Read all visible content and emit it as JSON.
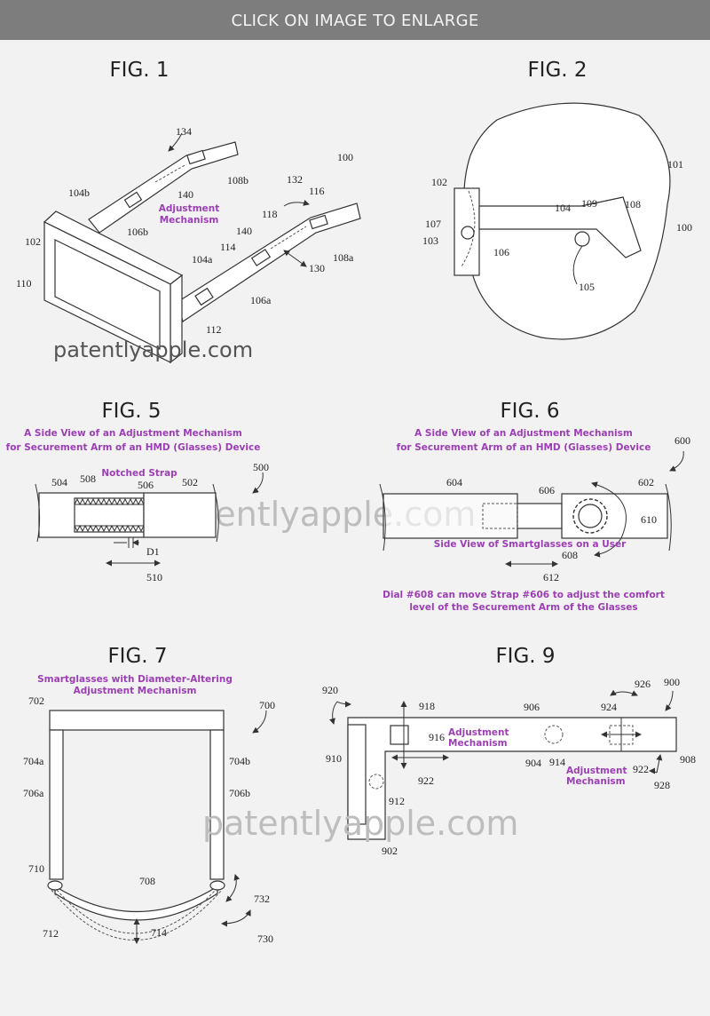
{
  "header": {
    "banner": "CLICK ON IMAGE TO ENLARGE",
    "banner_color": "#7d7d7d"
  },
  "accent_color": "#9b3fb3",
  "watermark": "patentlyapple.com",
  "fig1": {
    "title": "FIG. 1",
    "caption": [
      "Adjustment",
      "Mechanism"
    ],
    "labels": [
      "134",
      "108b",
      "104b",
      "106b",
      "140",
      "100",
      "132",
      "116",
      "118",
      "140",
      "114",
      "104a",
      "108a",
      "130",
      "102",
      "110",
      "106a",
      "112"
    ]
  },
  "fig2": {
    "title": "FIG. 2",
    "labels": [
      "101",
      "102",
      "107",
      "103",
      "104",
      "109",
      "108",
      "100",
      "106",
      "105"
    ]
  },
  "fig5": {
    "title": "FIG. 5",
    "caption": [
      "A Side View of an Adjustment Mechanism",
      "for Securement Arm of an HMD (Glasses) Device"
    ],
    "strap_label": "Notched Strap",
    "labels": [
      "504",
      "508",
      "506",
      "502",
      "500",
      "D1",
      "510"
    ]
  },
  "fig6": {
    "title": "FIG. 6",
    "caption": [
      "A Side View of an Adjustment Mechanism",
      "for Securement Arm of an HMD (Glasses) Device"
    ],
    "side_view": "Side View of Smartglasses on a User",
    "dial_caption": [
      "Dial #608 can move Strap #606 to adjust the comfort",
      "level of the Securement Arm of the Glasses"
    ],
    "labels": [
      "600",
      "604",
      "606",
      "602",
      "610",
      "608",
      "612"
    ]
  },
  "fig7": {
    "title": "FIG. 7",
    "caption": [
      "Smartglasses with Diameter-Altering",
      "Adjustment Mechanism"
    ],
    "labels": [
      "702",
      "700",
      "704a",
      "704b",
      "706a",
      "706b",
      "710",
      "708",
      "712",
      "714",
      "732",
      "730"
    ]
  },
  "fig9": {
    "title": "FIG. 9",
    "caption_a": [
      "Adjustment",
      "Mechanism"
    ],
    "caption_b": [
      "Adjustment",
      "Mechanism"
    ],
    "labels": [
      "920",
      "918",
      "906",
      "900",
      "926",
      "924",
      "916",
      "910",
      "904",
      "914",
      "922",
      "922",
      "908",
      "928",
      "912",
      "902"
    ]
  }
}
